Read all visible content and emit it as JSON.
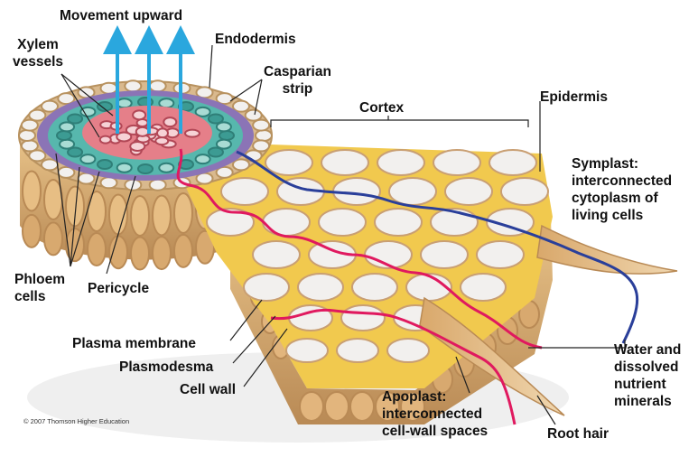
{
  "labels": {
    "movement": "Movement upward",
    "xylem": "Xylem\nvessels",
    "endodermis": "Endodermis",
    "casparian": "Casparian\nstrip",
    "cortex": "Cortex",
    "epidermis": "Epidermis",
    "symplast": "Symplast:\ninterconnected\ncytoplasm of\nliving cells",
    "phloem": "Phloem\ncells",
    "pericycle": "Pericycle",
    "plasma_membrane": "Plasma membrane",
    "plasmodesma": "Plasmodesma",
    "cell_wall": "Cell wall",
    "water": "Water and\ndissolved\nnutrient\nminerals",
    "apoplast": "Apoplast:\ninterconnected\ncell-wall spaces",
    "root_hair": "Root hair"
  },
  "copyright": "© 2007 Thomson Higher Education",
  "colors": {
    "apoplast_path": "#e0195f",
    "symplast_path": "#2a3f9a",
    "arrow_up": "#2aa7de",
    "cell_wall": "#d9b98e",
    "cell_interior": "#f2f0ee",
    "interspace": "#f1c94e",
    "xylem": "#e57f89",
    "phloem": "#57b7ad",
    "endodermis": "#8b74b6"
  }
}
